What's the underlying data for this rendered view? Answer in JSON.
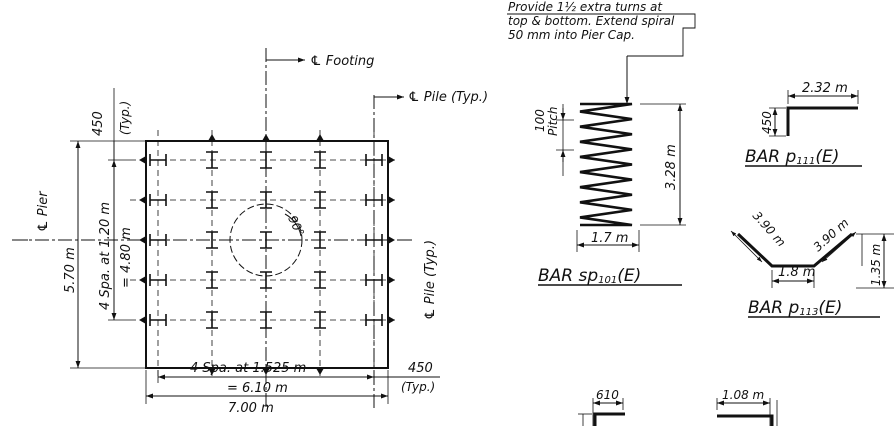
{
  "footing": {
    "cl_footing": "℄ Footing",
    "cl_pile_typ_top": "℄ Pile (Typ.)",
    "cl_pier": "℄ Pier",
    "cl_pile_typ_right": "℄ Pile (Typ.)",
    "dim_450": "450",
    "dim_typ": "(Typ.)",
    "dim_5_70": "5.70 m",
    "dim_4spa_120": "4 Spa. at 1.20 m",
    "dim_4_80": "= 4.80 m",
    "angle": "90°",
    "dim_4spa_1525": "4 Spa. at 1.525 m",
    "dim_6_10": "= 6.10 m",
    "dim_450b": "450",
    "dim_typb": "(Typ.)",
    "dim_7_00": "7.00 m"
  },
  "spiral": {
    "note_line1": "Provide 1½ extra turns at",
    "note_line2": "top & bottom. Extend spiral",
    "note_line3": "50 mm into Pier Cap.",
    "pitch_val": "100",
    "pitch_label": "Pitch",
    "height": "3.28 m",
    "dia": "1.7 m",
    "bar_main": "BAR ",
    "bar_sub": "sp",
    "bar_num": "101",
    "bar_tail": "(E)"
  },
  "bar_p111": {
    "dim_top": "2.32 m",
    "dim_leg": "450",
    "bar_main": "BAR ",
    "bar_sub": "p",
    "bar_num": "111",
    "bar_tail": "(E)"
  },
  "bar_p113": {
    "dim_left": "3.90 m",
    "dim_right": "3.90 m",
    "dim_bottom": "1.8 m",
    "dim_height": "1.35 m",
    "bar_main": "BAR ",
    "bar_sub": "p",
    "bar_num": "113",
    "bar_tail": "(E)"
  },
  "partial": {
    "dim_610": "610",
    "dim_108": "1.08 m"
  }
}
